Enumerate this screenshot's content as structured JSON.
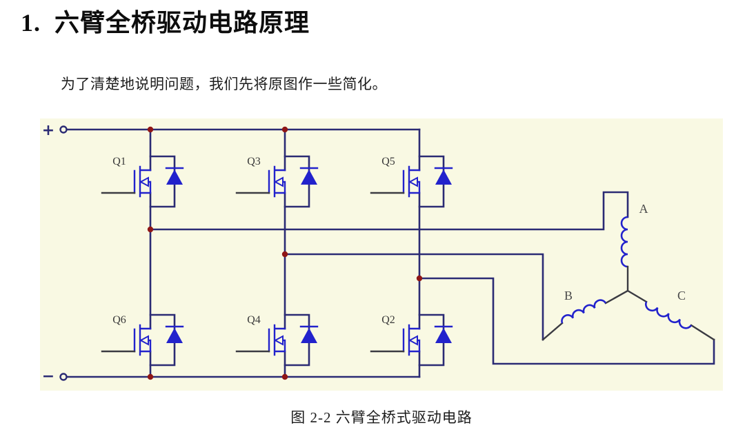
{
  "heading": {
    "number": "1.",
    "title": "六臂全桥驱动电路原理"
  },
  "paragraph": "为了清楚地说明问题，我们先将原图作一些简化。",
  "caption": "图 2-2 六臂全桥式驱动电路",
  "circuit": {
    "transistors": {
      "q1": "Q1",
      "q3": "Q3",
      "q5": "Q5",
      "q6": "Q6",
      "q4": "Q4",
      "q2": "Q2"
    },
    "phases": {
      "a": "A",
      "b": "B",
      "c": "C"
    },
    "terminals": {
      "positive": "+",
      "negative": "−"
    }
  },
  "colors": {
    "diagram_bg": "#f9f9e3",
    "wire": "#2b2b74",
    "lead": "#3b3b42",
    "device": "#2222cc",
    "junction": "#8f1616"
  }
}
